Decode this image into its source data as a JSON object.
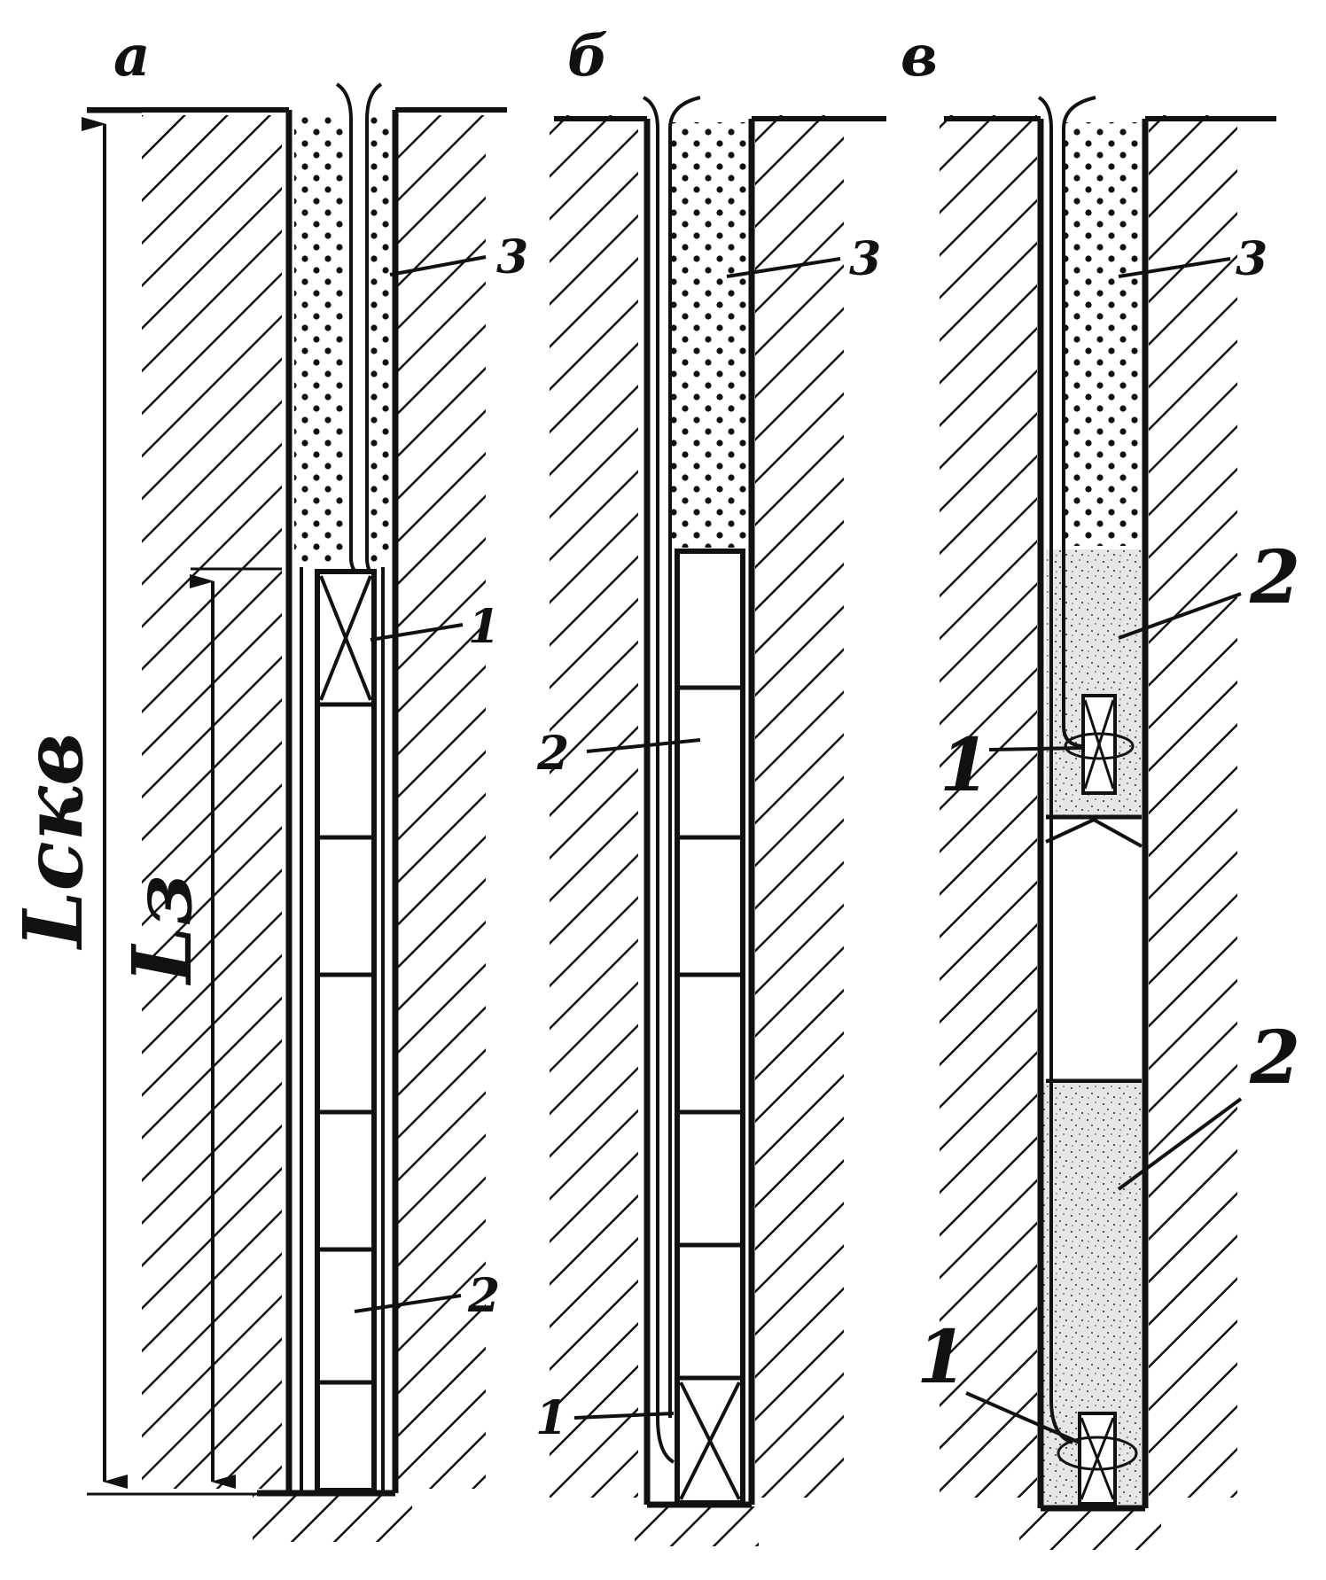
{
  "panels": [
    {
      "id": "a",
      "heading": "а",
      "labels": [
        "1",
        "2",
        "3"
      ]
    },
    {
      "id": "b",
      "heading": "б",
      "labels": [
        "1",
        "2",
        "3"
      ]
    },
    {
      "id": "v",
      "heading": "в",
      "labels": [
        "1",
        "1",
        "2",
        "2",
        "3"
      ]
    }
  ],
  "dimensions": {
    "well_length": "Lскв",
    "charge_length": "Lз"
  },
  "colors": {
    "ink": "#111111",
    "fill_dots": "#111111",
    "paper": "#ffffff"
  }
}
